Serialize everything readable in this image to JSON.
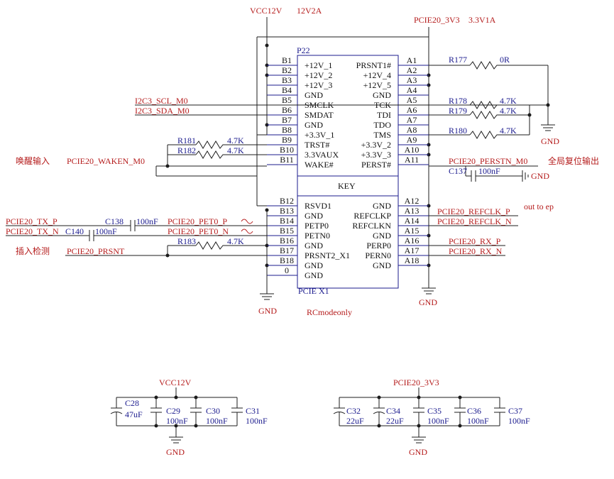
{
  "power": {
    "vcc12v": "VCC12V",
    "vcc12v_note": "12V2A",
    "pcie_3v3": "PCIE20_3V3",
    "pcie_3v3_note": "3.3V1A",
    "gnd": "GND"
  },
  "connector": {
    "ref": "P22",
    "part": "PCIE X1",
    "key": "KEY",
    "mode_note": "RCmodeonly"
  },
  "b_pins": [
    {
      "num": "B1",
      "name": "+12V_1"
    },
    {
      "num": "B2",
      "name": "+12V_2"
    },
    {
      "num": "B3",
      "name": "+12V_3"
    },
    {
      "num": "B4",
      "name": "GND"
    },
    {
      "num": "B5",
      "name": "SMCLK"
    },
    {
      "num": "B6",
      "name": "SMDAT"
    },
    {
      "num": "B7",
      "name": "GND"
    },
    {
      "num": "B8",
      "name": "+3.3V_1"
    },
    {
      "num": "B9",
      "name": "TRST#"
    },
    {
      "num": "B10",
      "name": "3.3VAUX"
    },
    {
      "num": "B11",
      "name": "WAKE#"
    },
    {
      "num": "B12",
      "name": "RSVD1"
    },
    {
      "num": "B13",
      "name": "GND"
    },
    {
      "num": "B14",
      "name": "PETP0"
    },
    {
      "num": "B15",
      "name": "PETN0"
    },
    {
      "num": "B16",
      "name": "GND"
    },
    {
      "num": "B17",
      "name": "PRSNT2_X1"
    },
    {
      "num": "B18",
      "name": "GND"
    },
    {
      "num": "0",
      "name": "GND"
    }
  ],
  "a_pins": [
    {
      "num": "A1",
      "name": "PRSNT1#"
    },
    {
      "num": "A2",
      "name": "+12V_4"
    },
    {
      "num": "A3",
      "name": "+12V_5"
    },
    {
      "num": "A4",
      "name": "GND"
    },
    {
      "num": "A5",
      "name": "TCK"
    },
    {
      "num": "A6",
      "name": "TDI"
    },
    {
      "num": "A7",
      "name": "TDO"
    },
    {
      "num": "A8",
      "name": "TMS"
    },
    {
      "num": "A9",
      "name": "+3.3V_2"
    },
    {
      "num": "A10",
      "name": "+3.3V_3"
    },
    {
      "num": "A11",
      "name": "PERST#"
    },
    {
      "num": "A12",
      "name": "GND"
    },
    {
      "num": "A13",
      "name": "REFCLKP"
    },
    {
      "num": "A14",
      "name": "REFCLKN"
    },
    {
      "num": "A15",
      "name": "GND"
    },
    {
      "num": "A16",
      "name": "PERP0"
    },
    {
      "num": "A17",
      "name": "PERN0"
    },
    {
      "num": "A18",
      "name": "GND"
    }
  ],
  "nets": {
    "i2c_scl": "I2C3_SCL_M0",
    "i2c_sda": "I2C3_SDA_M0",
    "waken": "PCIE20_WAKEN_M0",
    "waken_cn": "唤醒输入",
    "tx_p": "PCIE20_TX_P",
    "tx_n": "PCIE20_TX_N",
    "pet0_p": "PCIE20_PET0_P",
    "pet0_n": "PCIE20_PET0_N",
    "prsnt": "PCIE20_PRSNT",
    "prsnt_cn": "插入检测",
    "perstn": "PCIE20_PERSTN_M0",
    "perstn_cn": "全局复位输出",
    "refclk_p": "PCIE20_REFCLK_P",
    "refclk_n": "PCIE20_REFCLK_N",
    "refclk_note": "out to ep",
    "rx_p": "PCIE20_RX_P",
    "rx_n": "PCIE20_RX_N"
  },
  "resistors": {
    "r177": {
      "ref": "R177",
      "val": "0R"
    },
    "r178": {
      "ref": "R178",
      "val": "4.7K"
    },
    "r179": {
      "ref": "R179",
      "val": "4.7K"
    },
    "r180": {
      "ref": "R180",
      "val": "4.7K"
    },
    "r181": {
      "ref": "R181",
      "val": "4.7K"
    },
    "r182": {
      "ref": "R182",
      "val": "4.7K"
    },
    "r183": {
      "ref": "R183",
      "val": "4.7K"
    }
  },
  "caps": {
    "c137": {
      "ref": "C137",
      "val": "100nF"
    },
    "c138": {
      "ref": "C138",
      "val": "100nF"
    },
    "c140": {
      "ref": "C140",
      "val": "100nF"
    },
    "c28": {
      "ref": "C28",
      "val": "47uF"
    },
    "c29": {
      "ref": "C29",
      "val": "100nF"
    },
    "c30": {
      "ref": "C30",
      "val": "100nF"
    },
    "c31": {
      "ref": "C31",
      "val": "100nF"
    },
    "c32": {
      "ref": "C32",
      "val": "22uF"
    },
    "c34": {
      "ref": "C34",
      "val": "22uF"
    },
    "c35": {
      "ref": "C35",
      "val": "100nF"
    },
    "c36": {
      "ref": "C36",
      "val": "100nF"
    },
    "c37": {
      "ref": "C37",
      "val": "100nF"
    }
  },
  "colors": {
    "net_label": "#b51c1c",
    "component_text": "#1b1b8e",
    "wire": "#1c1c1c"
  }
}
